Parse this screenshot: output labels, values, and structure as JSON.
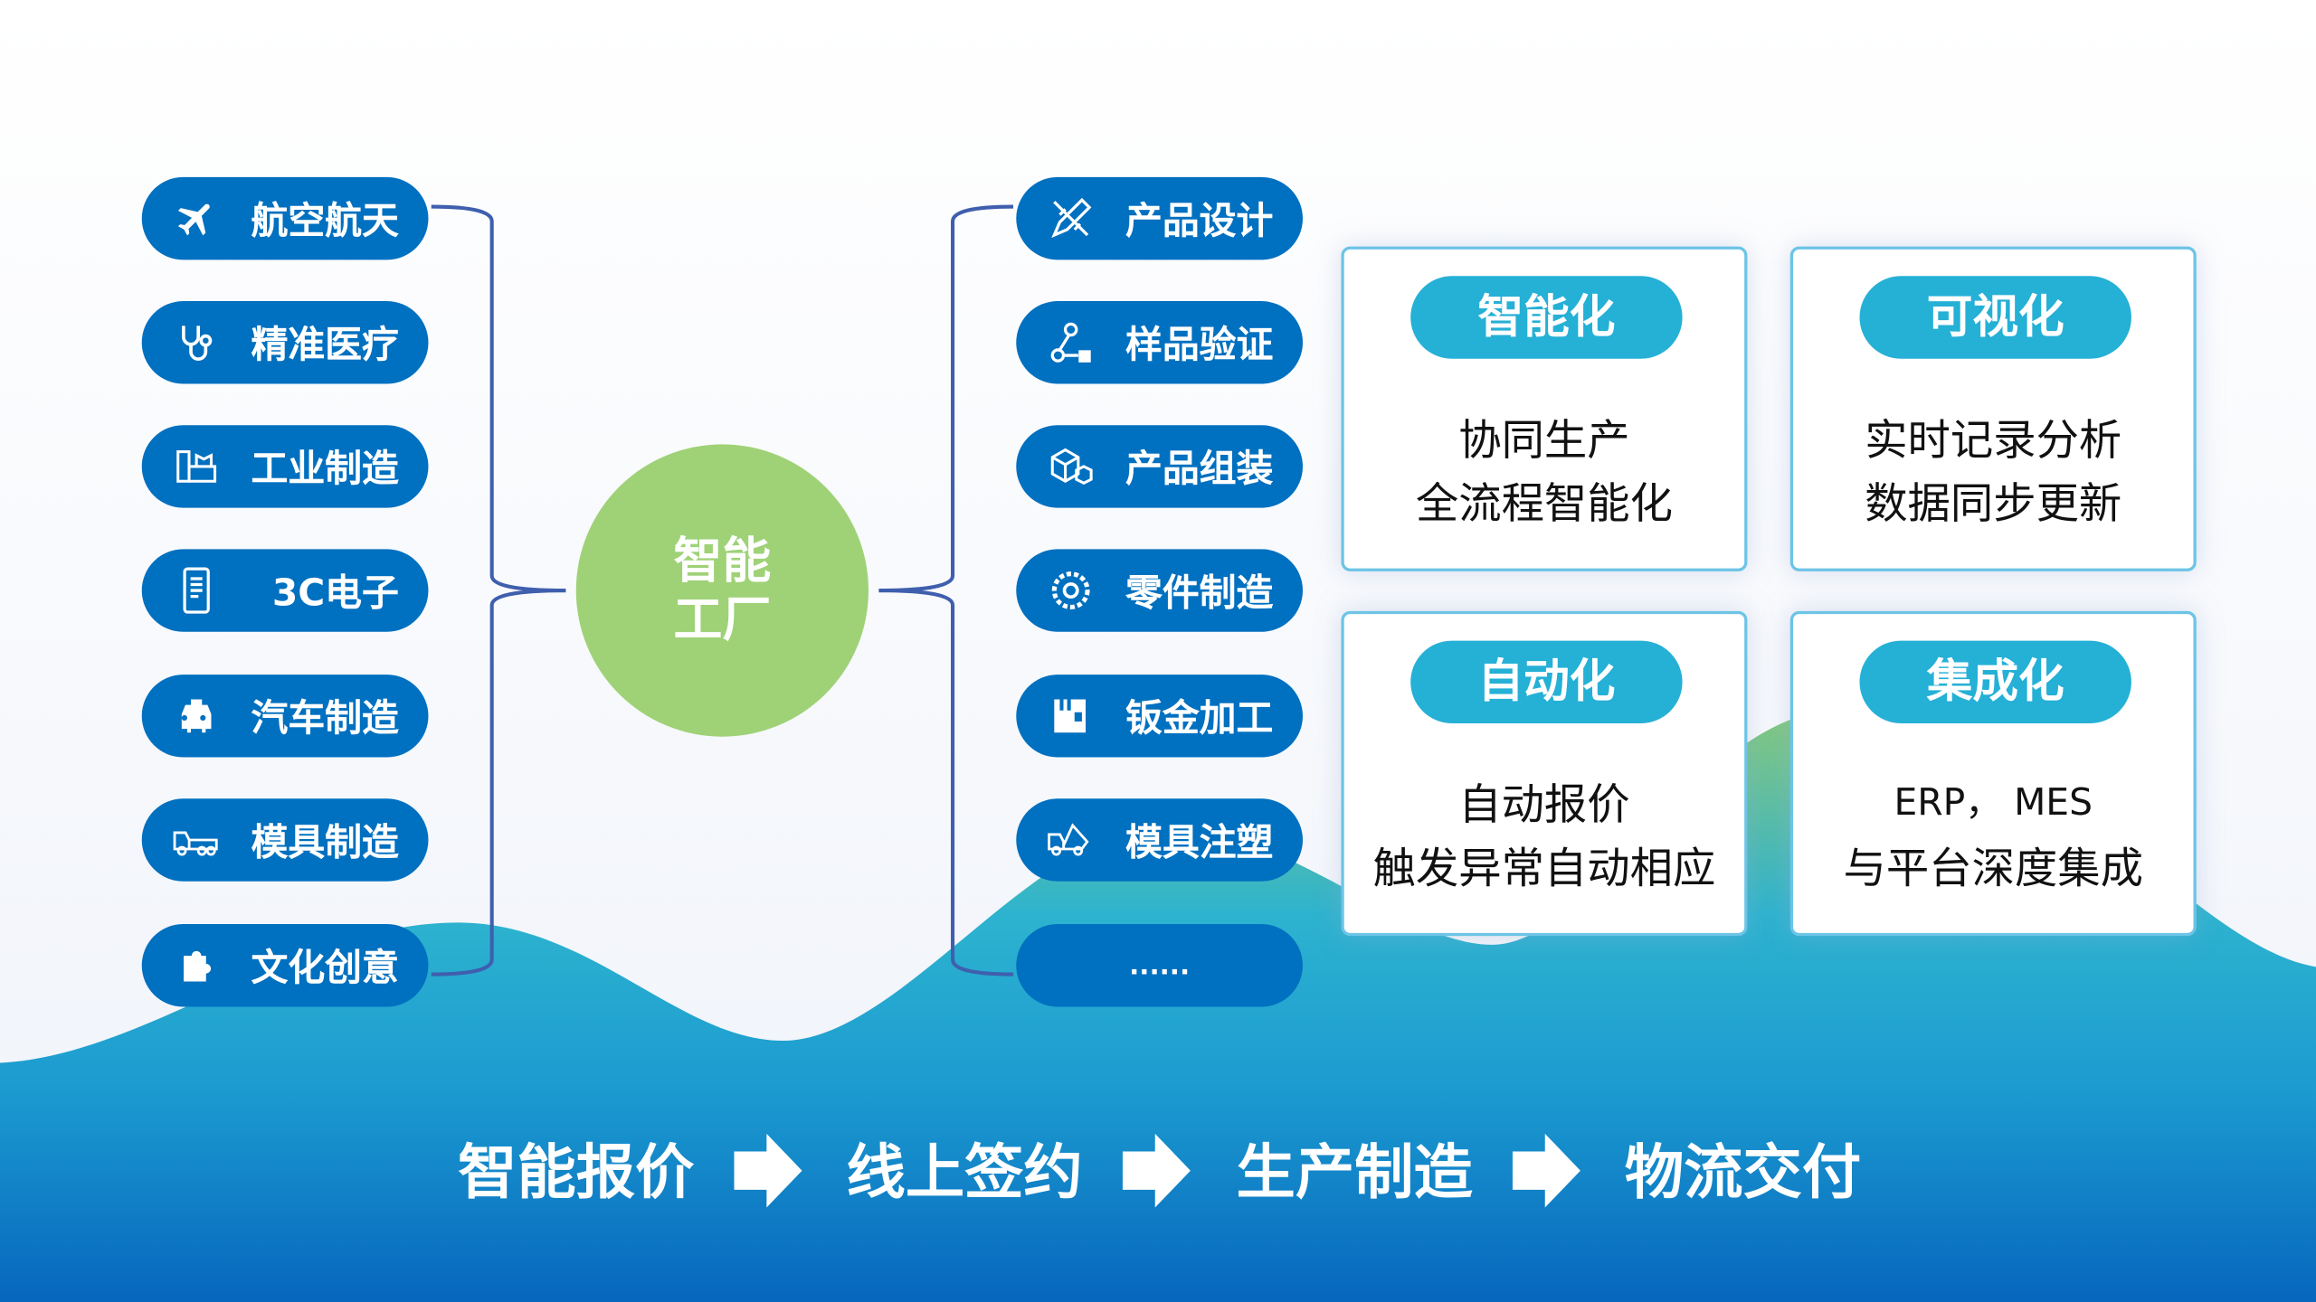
{
  "center": {
    "line1": "智能",
    "line2": "工厂"
  },
  "industries": [
    {
      "label": "航空航天",
      "icon": "airplane-icon"
    },
    {
      "label": "精准医疗",
      "icon": "stethoscope-icon"
    },
    {
      "label": "工业制造",
      "icon": "factory-icon"
    },
    {
      "label": "3C电子",
      "icon": "phone-icon"
    },
    {
      "label": "汽车制造",
      "icon": "car-icon"
    },
    {
      "label": "模具制造",
      "icon": "truck-icon"
    },
    {
      "label": "文化创意",
      "icon": "puzzle-icon"
    }
  ],
  "processes": [
    {
      "label": "产品设计",
      "icon": "design-tools-icon"
    },
    {
      "label": "样品验证",
      "icon": "network-lock-icon"
    },
    {
      "label": "产品组装",
      "icon": "boxes-icon"
    },
    {
      "label": "零件制造",
      "icon": "gear-icon"
    },
    {
      "label": "钣金加工",
      "icon": "sheet-metal-icon"
    },
    {
      "label": "模具注塑",
      "icon": "dump-truck-icon"
    },
    {
      "label": "......",
      "icon": ""
    }
  ],
  "features": [
    {
      "title": "智能化",
      "lines": [
        "协同生产",
        "全流程智能化"
      ]
    },
    {
      "title": "可视化",
      "lines": [
        "实时记录分析",
        "数据同步更新"
      ]
    },
    {
      "title": "自动化",
      "lines": [
        "自动报价",
        "触发异常自动相应"
      ]
    },
    {
      "title": "集成化",
      "lines": [
        "ERP， MES",
        "与平台深度集成"
      ]
    }
  ],
  "flow": [
    "智能报价",
    "线上签约",
    "生产制造",
    "物流交付"
  ],
  "colors": {
    "pill": "#0070c0",
    "center": "#9fd277",
    "card_header": "#25b0d6",
    "connector": "#3f5fae"
  }
}
